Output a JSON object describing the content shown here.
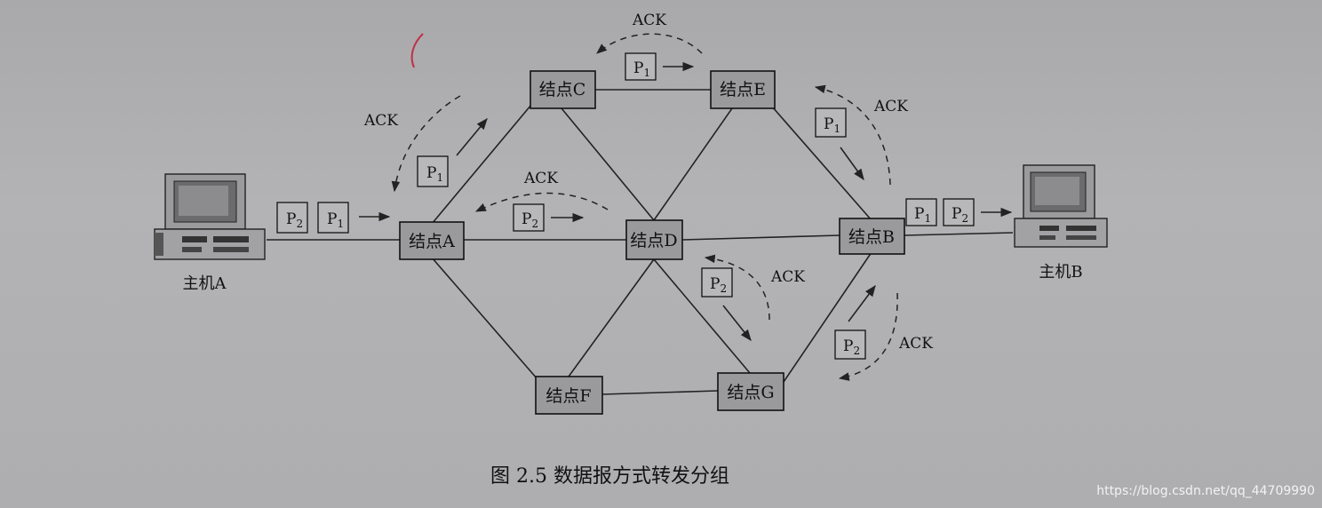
{
  "nodes": {
    "A": {
      "label": "结点A"
    },
    "B": {
      "label": "结点B"
    },
    "C": {
      "label": "结点C"
    },
    "D": {
      "label": "结点D"
    },
    "E": {
      "label": "结点E"
    },
    "F": {
      "label": "结点F"
    },
    "G": {
      "label": "结点G"
    }
  },
  "hosts": {
    "A": {
      "label": "主机A"
    },
    "B": {
      "label": "主机B"
    }
  },
  "packets": {
    "p1": "P",
    "p1_sub": "1",
    "p2": "P",
    "p2_sub": "2"
  },
  "ack_label": "ACK",
  "caption": "图 2.5 数据报方式转发分组",
  "watermark": "https://blog.csdn.net/qq_44709990",
  "colors": {
    "node_fill": "#9a9a9c",
    "line": "#222222",
    "background": "#aeaeb0"
  }
}
